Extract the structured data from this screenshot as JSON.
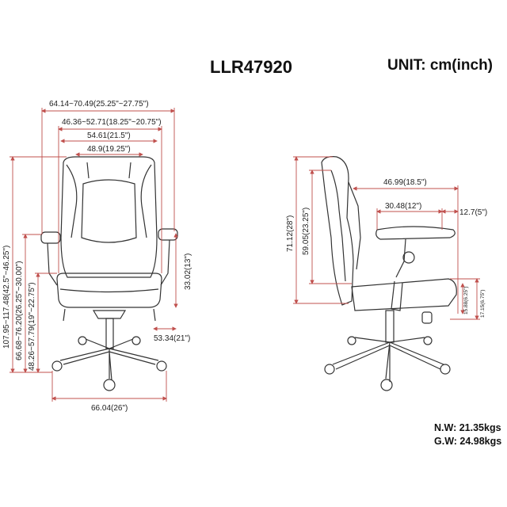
{
  "header": {
    "model": "LLR47920",
    "unit": "UNIT: cm(inch)"
  },
  "weights": {
    "net": "N.W: 21.35kgs",
    "gross": "G.W: 24.98kgs"
  },
  "colors": {
    "dimension_line": "#c0504d",
    "drawing": "#333333"
  },
  "front_view": {
    "overall_width": "64.14~70.49(25.25\"~27.75\")",
    "armrest_width": "46.36~52.71(18.25\"~20.75\")",
    "back_width": "54.61(21.5\")",
    "seat_width": "48.9(19.25\")",
    "base_width": "66.04(26\")",
    "seat_depth": "53.34(21\")",
    "armrest_height": "33.02(13\")",
    "overall_height": "107.95~117.48(42.5\"~46.25\")",
    "armrest_floor_height": "66.68~76.20(26.25\"~30.00\")",
    "seat_floor_height": "48.26~57.79(19\"~22.75\")"
  },
  "side_view": {
    "overall_depth": "46.99(18.5\")",
    "seat_depth": "30.48(12\")",
    "arm_offset": "12.7(5\")",
    "back_height": "71.12(28\")",
    "back_height_above_seat": "59.05(23.25\")",
    "seat_thickness": "15.88(6.25\")",
    "arm_to_seat": "17.15(6.75\")"
  }
}
